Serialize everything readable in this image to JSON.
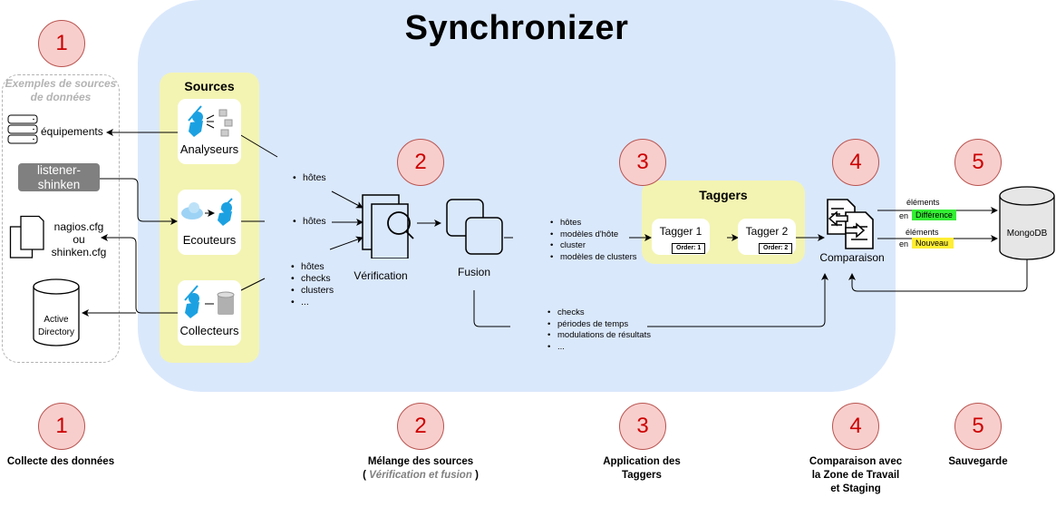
{
  "title": "Synchronizer",
  "examples": {
    "title": "Exemples de sources de données",
    "equipements": "équipements",
    "listener": "listener-shinken",
    "config_files": [
      "nagios.cfg",
      "ou",
      "shinken.cfg"
    ],
    "active_directory": [
      "Active",
      "Directory"
    ]
  },
  "sources": {
    "title": "Sources",
    "items": [
      {
        "label": "Analyseurs",
        "icon": "ninja-with-servers-icon"
      },
      {
        "label": "Ecouteurs",
        "icon": "cloud-to-ninja-icon"
      },
      {
        "label": "Collecteurs",
        "icon": "ninja-to-database-icon"
      }
    ]
  },
  "flows": {
    "analyseurs_out": [
      "hôtes"
    ],
    "ecouteurs_out": [
      "hôtes"
    ],
    "collecteurs_out": [
      "hôtes",
      "checks",
      "clusters",
      "..."
    ],
    "to_taggers": [
      "hôtes",
      "modèles d'hôte",
      "cluster",
      "modèles de clusters"
    ],
    "bypass": [
      "checks",
      "périodes de temps",
      "modulations de résultats",
      "..."
    ]
  },
  "verification": {
    "label": "Vérification"
  },
  "fusion": {
    "label": "Fusion"
  },
  "taggers": {
    "title": "Taggers",
    "items": [
      {
        "label": "Tagger 1",
        "order": "Order: 1"
      },
      {
        "label": "Tagger 2",
        "order": "Order: 2"
      }
    ]
  },
  "comparaison": {
    "label": "Comparaison",
    "out": [
      {
        "prefix": "éléments",
        "en": "en",
        "state": "Différence",
        "color": "#33ee33"
      },
      {
        "prefix": "éléments",
        "en": "en",
        "state": "Nouveau",
        "color": "#ffee33"
      }
    ]
  },
  "mongodb": {
    "label": "MongoDB"
  },
  "steps": [
    {
      "number": "1",
      "caption": [
        "Collecte des données"
      ]
    },
    {
      "number": "2",
      "caption": [
        "Mélange des sources"
      ],
      "sub": "Vérification et fusion"
    },
    {
      "number": "3",
      "caption": [
        "Application des",
        "Taggers"
      ]
    },
    {
      "number": "4",
      "caption": [
        "Comparaison avec",
        "la Zone de Travail",
        "et Staging"
      ]
    },
    {
      "number": "5",
      "caption": [
        "Sauvegarde"
      ]
    }
  ],
  "colors": {
    "synchronizer_bg": "#dae8fc",
    "yellow_zone": "#f3f4b2",
    "badge_fill": "#f8cecc",
    "badge_text": "#cc0000",
    "ninja_blue": "#1ba1e2"
  }
}
